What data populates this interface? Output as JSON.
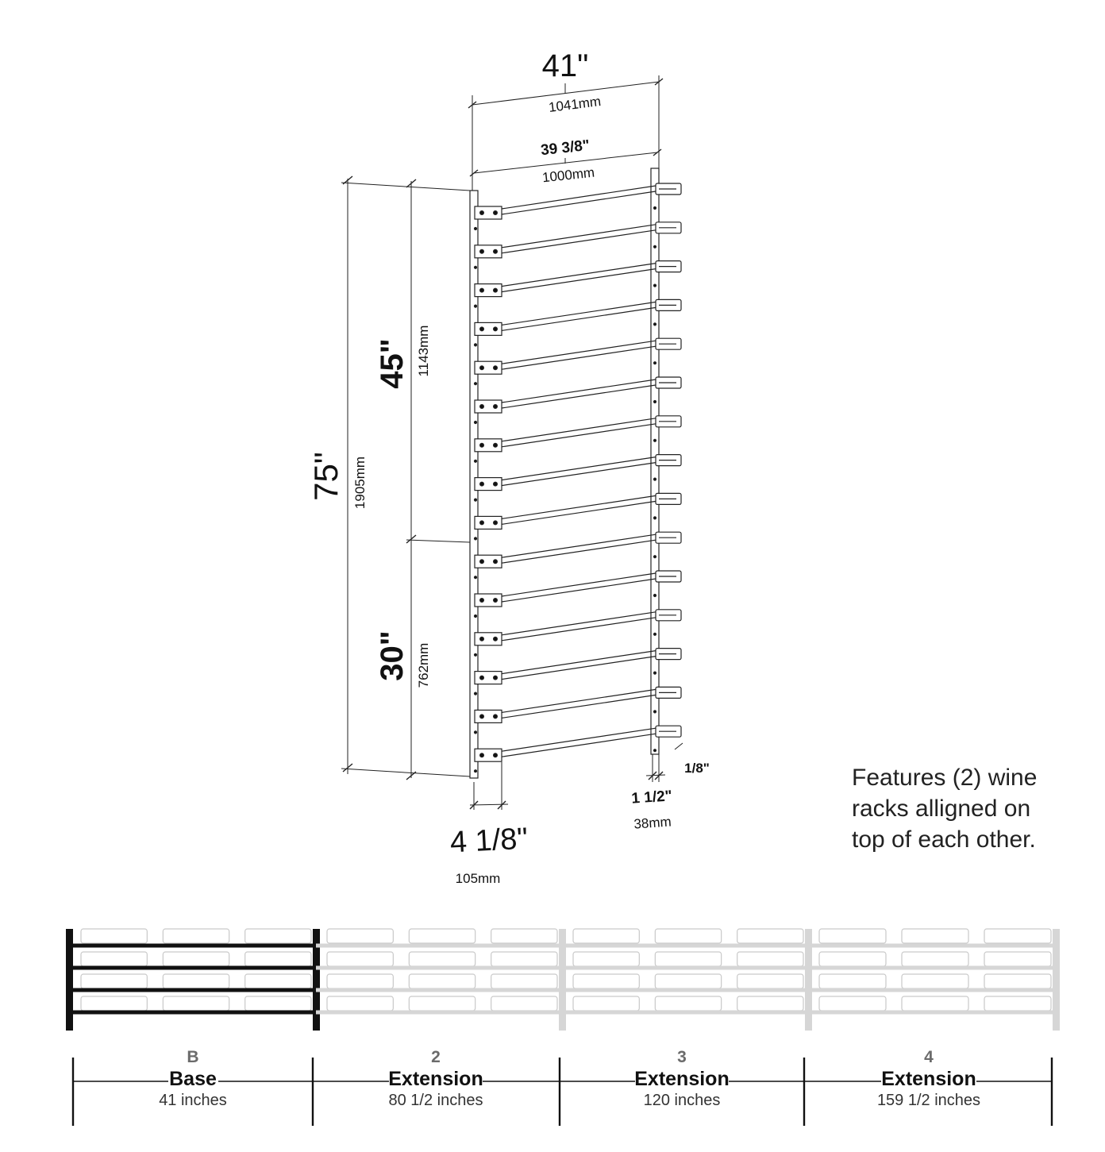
{
  "dimensions": {
    "overall_width": "41\"",
    "overall_width_mm": "1041mm",
    "inner_width": "39 3/8\"",
    "inner_width_mm": "1000mm",
    "total_height": "75\"",
    "total_height_mm": "1905mm",
    "upper_height": "45\"",
    "upper_height_mm": "1143mm",
    "lower_height": "30\"",
    "lower_height_mm": "762mm",
    "depth": "4 1/8\"",
    "depth_mm": "105mm",
    "post_width": "1 1/2\"",
    "post_width_mm": "38mm",
    "thickness": "1/8\""
  },
  "feature_note": {
    "line1": "Features (2) wine",
    "line2": "racks alligned on",
    "line3": "top of each other."
  },
  "rack": {
    "rows": 15
  },
  "extensions": [
    {
      "number": "B",
      "name": "Base",
      "length": "41 inches"
    },
    {
      "number": "2",
      "name": "Extension",
      "length": "80 1/2 inches"
    },
    {
      "number": "3",
      "name": "Extension",
      "length": "120 inches"
    },
    {
      "number": "4",
      "name": "Extension",
      "length": "159 1/2 inches"
    }
  ],
  "colors": {
    "active": "#111111",
    "inactive": "#d6d6d6",
    "line": "#222222"
  }
}
